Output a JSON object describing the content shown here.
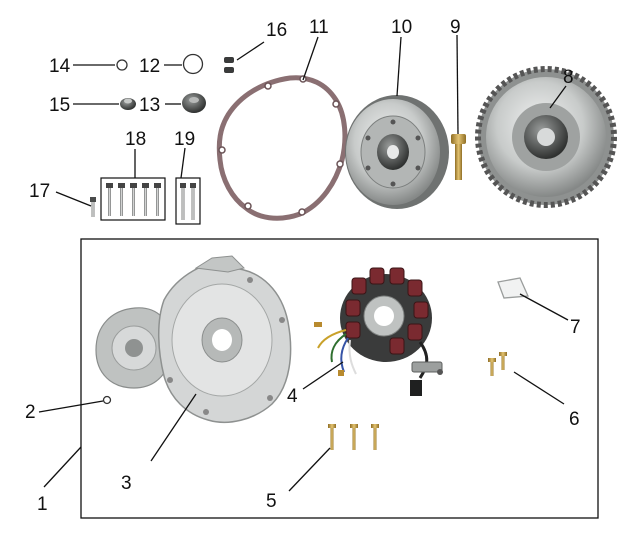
{
  "labels": {
    "n1": "1",
    "n2": "2",
    "n3": "3",
    "n4": "4",
    "n5": "5",
    "n6": "6",
    "n7": "7",
    "n8": "8",
    "n9": "9",
    "n10": "10",
    "n11": "11",
    "n12": "12",
    "n13": "13",
    "n14": "14",
    "n15": "15",
    "n16": "16",
    "n17": "17",
    "n18": "18",
    "n19": "19"
  },
  "parts": [
    {
      "callout": "1",
      "kind": "assembly-box"
    },
    {
      "callout": "2",
      "kind": "o-ring"
    },
    {
      "callout": "3",
      "kind": "left-crankcase-cover"
    },
    {
      "callout": "4",
      "kind": "stator-coil"
    },
    {
      "callout": "5",
      "kind": "bolts"
    },
    {
      "callout": "6",
      "kind": "screws"
    },
    {
      "callout": "7",
      "kind": "clamp"
    },
    {
      "callout": "8",
      "kind": "starter-gear"
    },
    {
      "callout": "9",
      "kind": "bolt"
    },
    {
      "callout": "10",
      "kind": "flywheel-rotor"
    },
    {
      "callout": "11",
      "kind": "gasket"
    },
    {
      "callout": "12",
      "kind": "o-ring"
    },
    {
      "callout": "13",
      "kind": "cap"
    },
    {
      "callout": "14",
      "kind": "o-ring"
    },
    {
      "callout": "15",
      "kind": "cap"
    },
    {
      "callout": "16",
      "kind": "dowel-pins"
    },
    {
      "callout": "17",
      "kind": "bolt"
    },
    {
      "callout": "18",
      "kind": "bolt-set"
    },
    {
      "callout": "19",
      "kind": "bolt-set"
    }
  ],
  "colors": {
    "metal_light": "#d6d8d8",
    "metal_mid": "#a9acab",
    "metal_dark": "#5d5f5e",
    "gasket": "#8a6f72",
    "coil": "#6e2a2f",
    "brass": "#c9a24a",
    "line": "#111111"
  }
}
